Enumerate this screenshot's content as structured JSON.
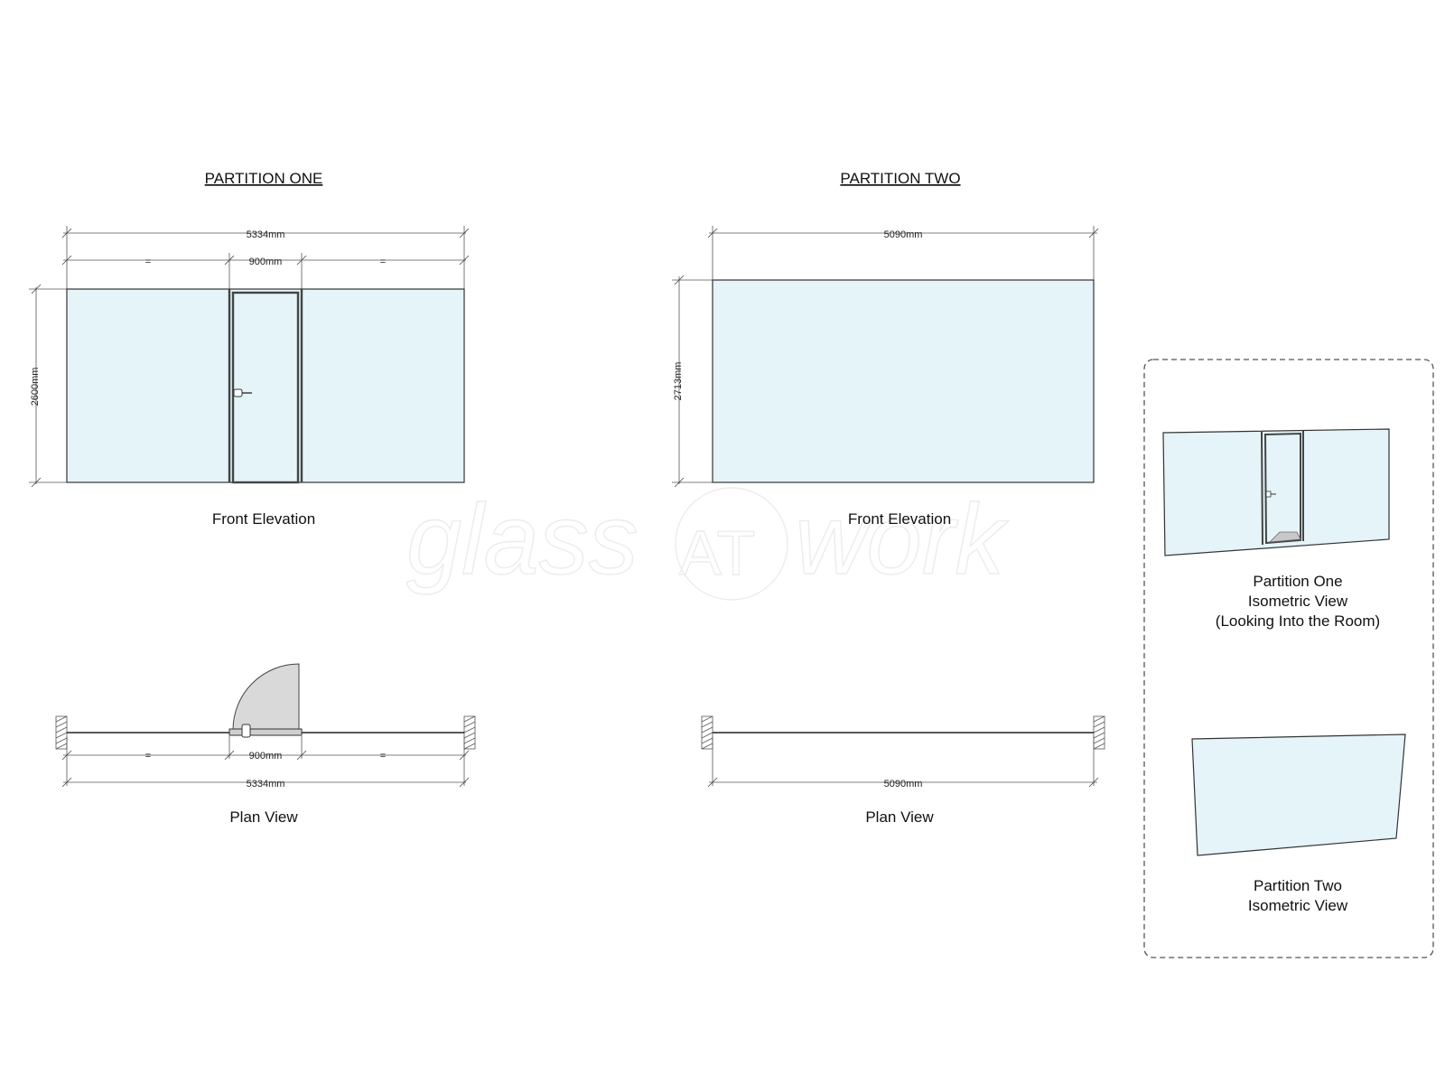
{
  "partition_one": {
    "title": "PARTITION ONE",
    "elevation_caption": "Front Elevation",
    "plan_caption": "Plan View",
    "overall_width": "5334mm",
    "door_width": "900mm",
    "equal_mark": "=",
    "height": "2600mm"
  },
  "partition_two": {
    "title": "PARTITION TWO",
    "elevation_caption": "Front Elevation",
    "plan_caption": "Plan View",
    "overall_width": "5090mm",
    "height": "2713mm"
  },
  "isometric_panel": {
    "one_caption_line1": "Partition One",
    "one_caption_line2": "Isometric View",
    "one_caption_line3": "(Looking Into the Room)",
    "two_caption_line1": "Partition Two",
    "two_caption_line2": "Isometric View"
  },
  "watermark": {
    "text_left": "glass",
    "text_badge": "AT",
    "text_right": "work"
  },
  "colors": {
    "glass": "#e4f4f9",
    "line": "#333333",
    "door_swing": "#d9d9d9"
  }
}
